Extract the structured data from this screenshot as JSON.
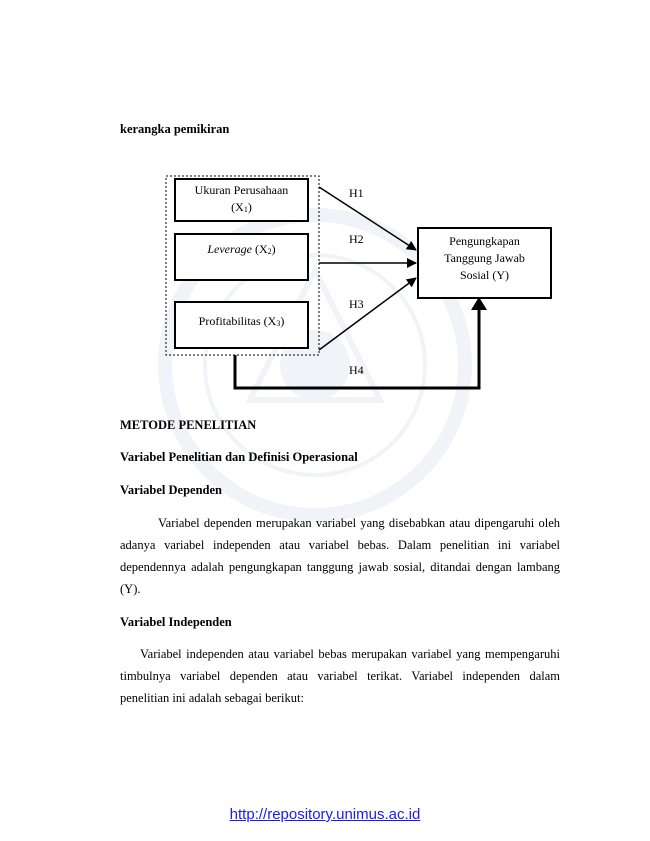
{
  "section_intro": "kerangka pemikiran",
  "diagram": {
    "box1": {
      "line1": "Ukuran Perusahaan",
      "line2_pre": "(X",
      "sub": "1",
      "line2_post": ")"
    },
    "box2": {
      "italic": "Leverage",
      "pre": " (X",
      "sub": "2",
      "post": ")"
    },
    "box3": {
      "pre": "Profitabilitas (X",
      "sub": "3",
      "post": ")"
    },
    "target": {
      "line1": "Pengungkapan",
      "line2": "Tanggung Jawab",
      "line3": "Sosial  (Y)"
    },
    "h1": "H1",
    "h2": "H2",
    "h3": "H3",
    "h4": "H4"
  },
  "headings": {
    "metode": "METODE PENELITIAN",
    "variabel": "Variabel Penelitian dan Definisi Operasional",
    "dependen": "Variabel Dependen",
    "independen": "Variabel Independen"
  },
  "paragraphs": {
    "dependen": "Variabel dependen merupakan variabel yang disebabkan atau dipengaruhi oleh adanya variabel independen atau variabel bebas. Dalam penelitian ini variabel dependennya adalah pengungkapan tanggung jawab sosial, ditandai dengan lambang (Y).",
    "independen": "Variabel independen atau variabel bebas merupakan variabel yang mempengaruhi timbulnya variabel dependen atau variabel terikat. Variabel independen dalam penelitian ini adalah sebagai berikut:"
  },
  "footer": {
    "url": "http://repository.unimus.ac.id"
  }
}
